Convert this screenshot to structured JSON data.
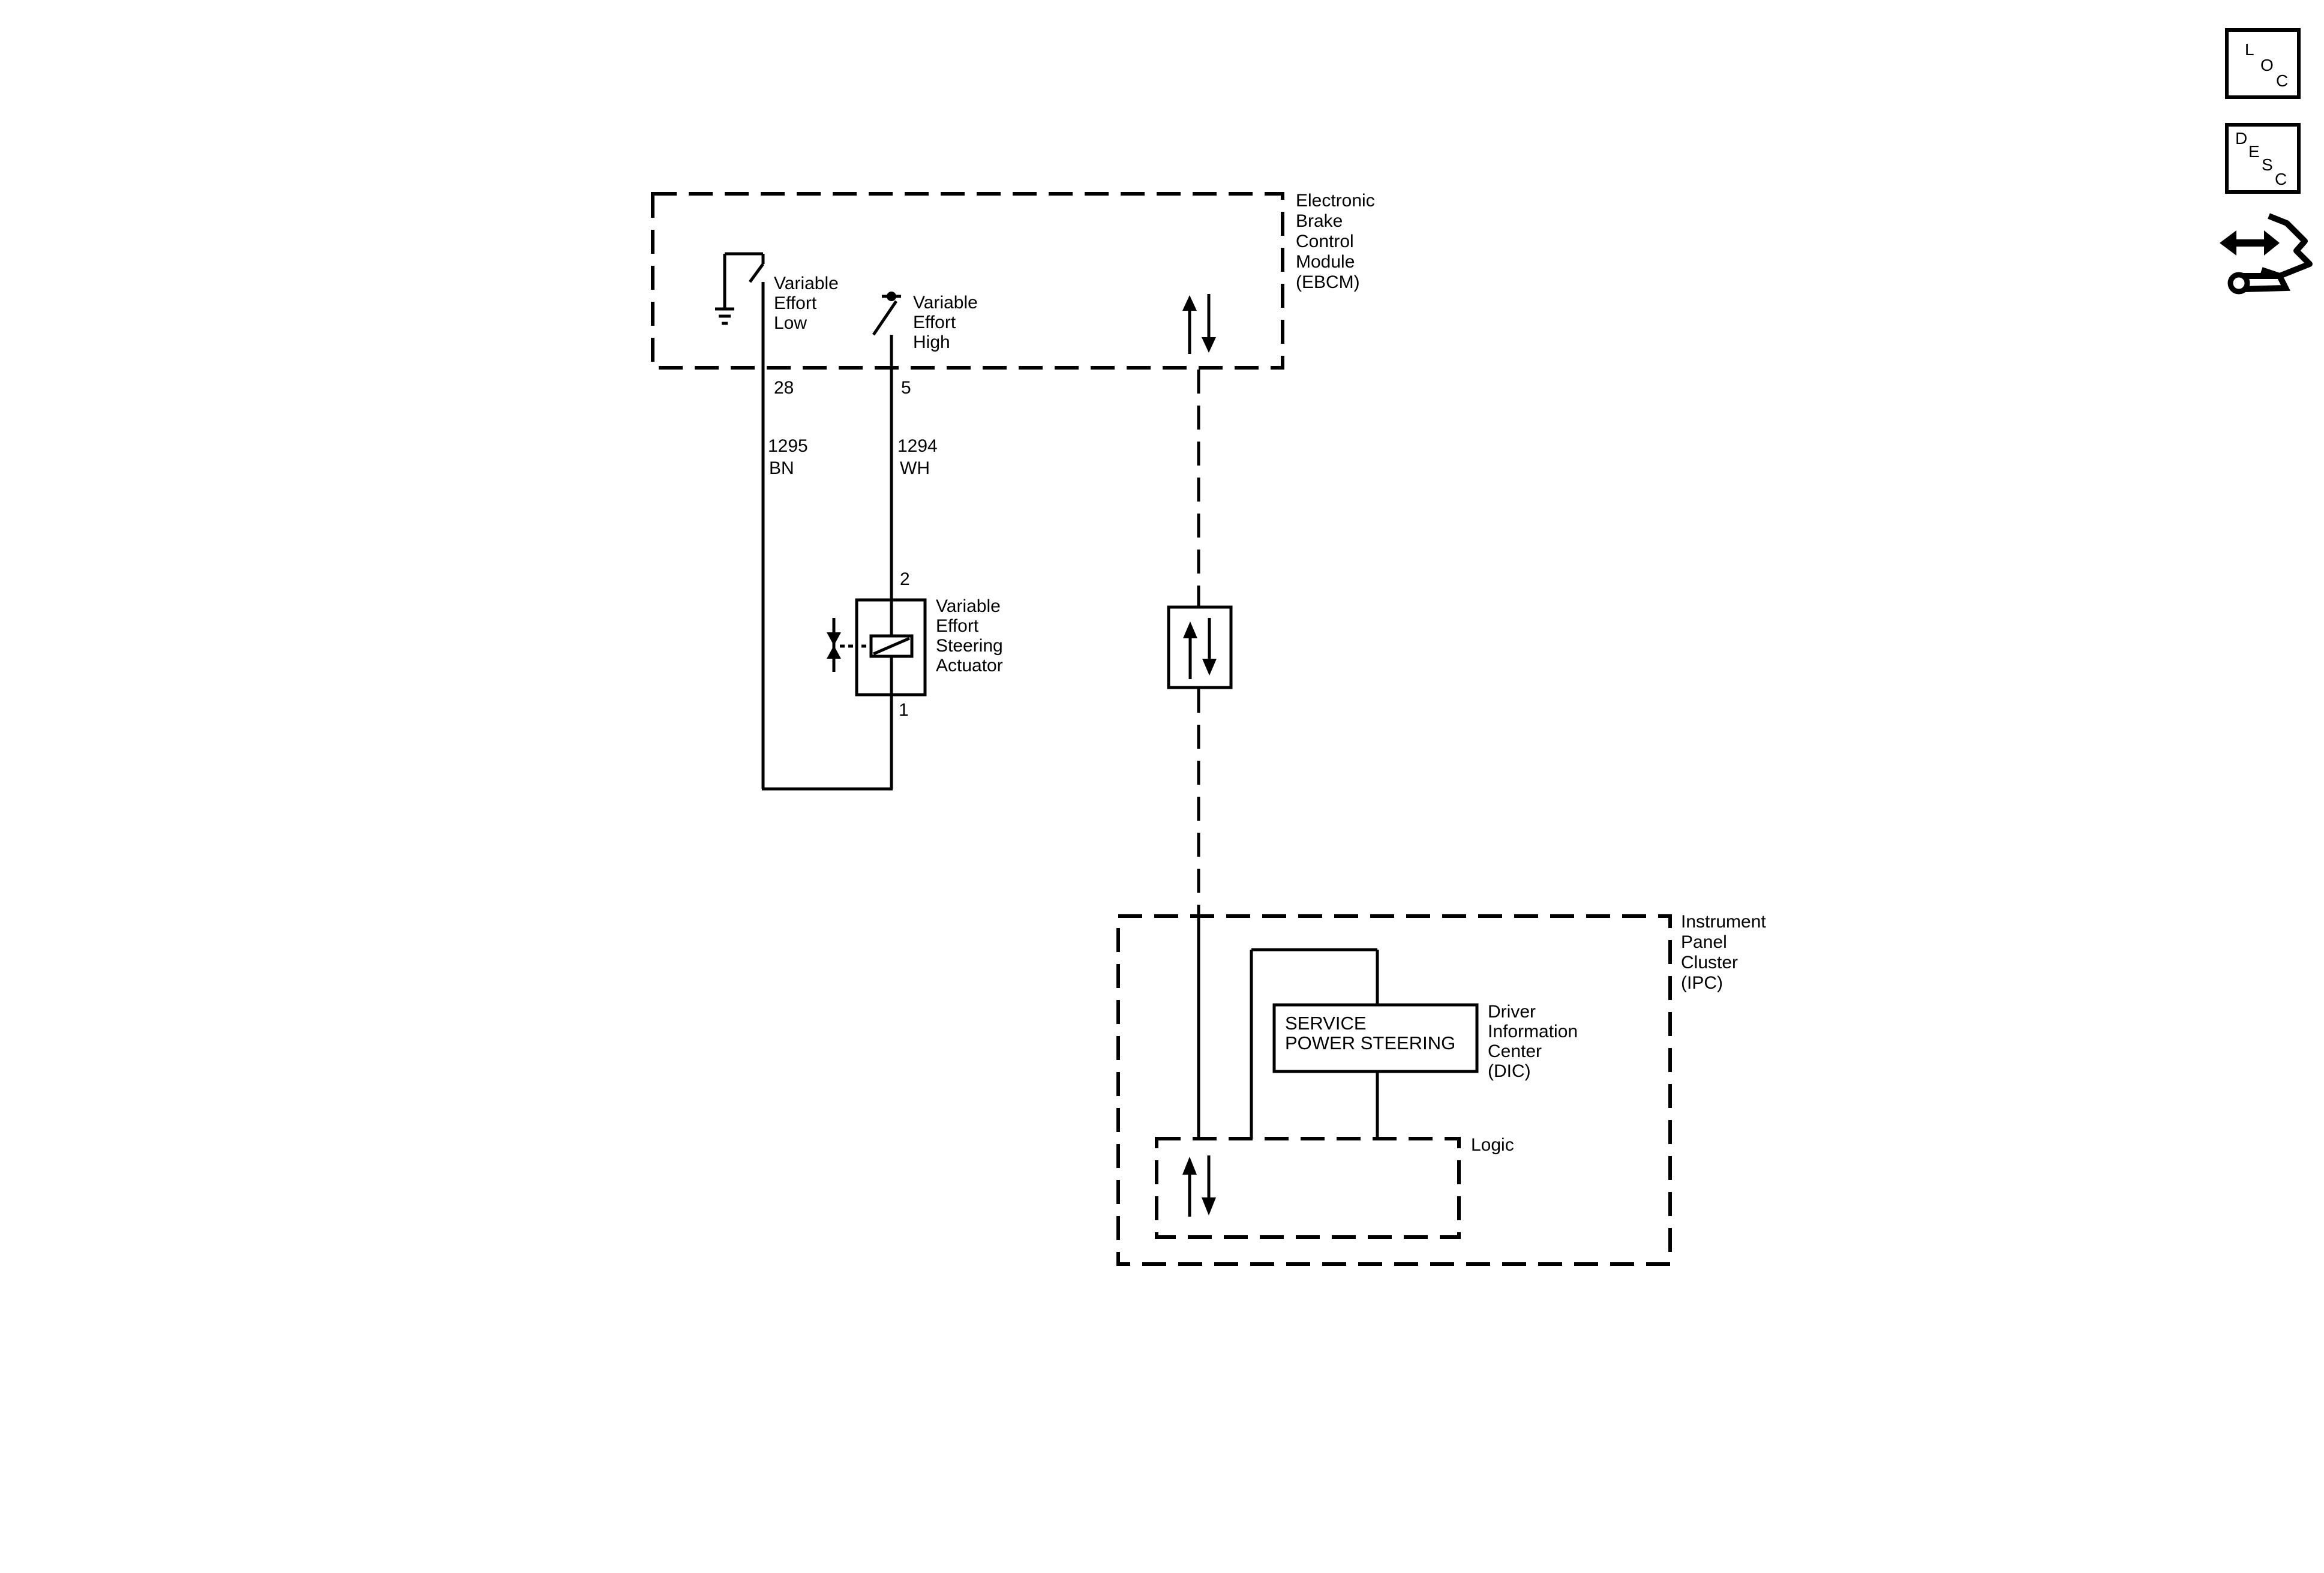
{
  "ebcm": {
    "name_lines": [
      "Electronic",
      "Brake",
      "Control",
      "Module",
      "(EBCM)"
    ],
    "switch_low_lines": [
      "Variable",
      "Effort",
      "Low"
    ],
    "switch_high_lines": [
      "Variable",
      "Effort",
      "High"
    ]
  },
  "circuits": {
    "low": {
      "pin": "28",
      "circuit": "1295",
      "color": "BN"
    },
    "high": {
      "pin": "5",
      "circuit": "1294",
      "color": "WH"
    }
  },
  "actuator": {
    "pin_top": "2",
    "pin_bottom": "1",
    "name_lines": [
      "Variable",
      "Effort",
      "Steering",
      "Actuator"
    ]
  },
  "ipc": {
    "name_lines": [
      "Instrument",
      "Panel",
      "Cluster",
      "(IPC)"
    ],
    "dic_message_lines": [
      "SERVICE",
      "POWER STEERING"
    ],
    "dic_name_lines": [
      "Driver",
      "Information",
      "Center",
      "(DIC)"
    ],
    "logic_label": "Logic"
  },
  "nav": {
    "loc": [
      "L",
      "O",
      "C"
    ],
    "desc": [
      "D",
      "E",
      "S",
      "C"
    ],
    "icons": [
      "location-button",
      "description-button",
      "diagnostic-icon"
    ]
  }
}
